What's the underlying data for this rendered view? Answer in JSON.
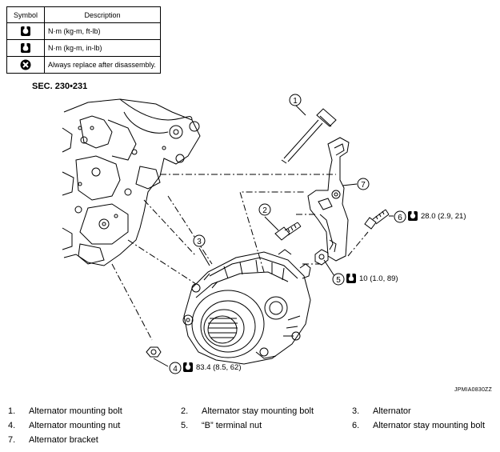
{
  "legend": {
    "headers": {
      "symbol": "Symbol",
      "description": "Description"
    },
    "rows": [
      {
        "icon": "torque-wrench-icon",
        "description": "N·m (kg-m, ft-lb)"
      },
      {
        "icon": "torque-wrench-icon",
        "description": "N·m (kg-m, in-lb)"
      },
      {
        "icon": "replace-cross-icon",
        "description": "Always replace after disassembly."
      }
    ]
  },
  "section_label": "SEC. 230•231",
  "callouts": {
    "c1": "1",
    "c2": "2",
    "c3": "3",
    "c4": "4",
    "c5": "5",
    "c6": "6",
    "c7": "7"
  },
  "torques": {
    "t6": "28.0 (2.9, 21)",
    "t5": "10 (1.0, 89)",
    "t4": "83.4 (8.5, 62)"
  },
  "figure_id": "JPMIA0830ZZ",
  "parts": [
    {
      "num": "1.",
      "name": "Alternator mounting bolt"
    },
    {
      "num": "2.",
      "name": "Alternator stay mounting bolt"
    },
    {
      "num": "3.",
      "name": "Alternator"
    },
    {
      "num": "4.",
      "name": "Alternator mounting nut"
    },
    {
      "num": "5.",
      "name": "“B” terminal nut"
    },
    {
      "num": "6.",
      "name": "Alternator stay mounting bolt"
    },
    {
      "num": "7.",
      "name": "Alternator bracket"
    }
  ]
}
